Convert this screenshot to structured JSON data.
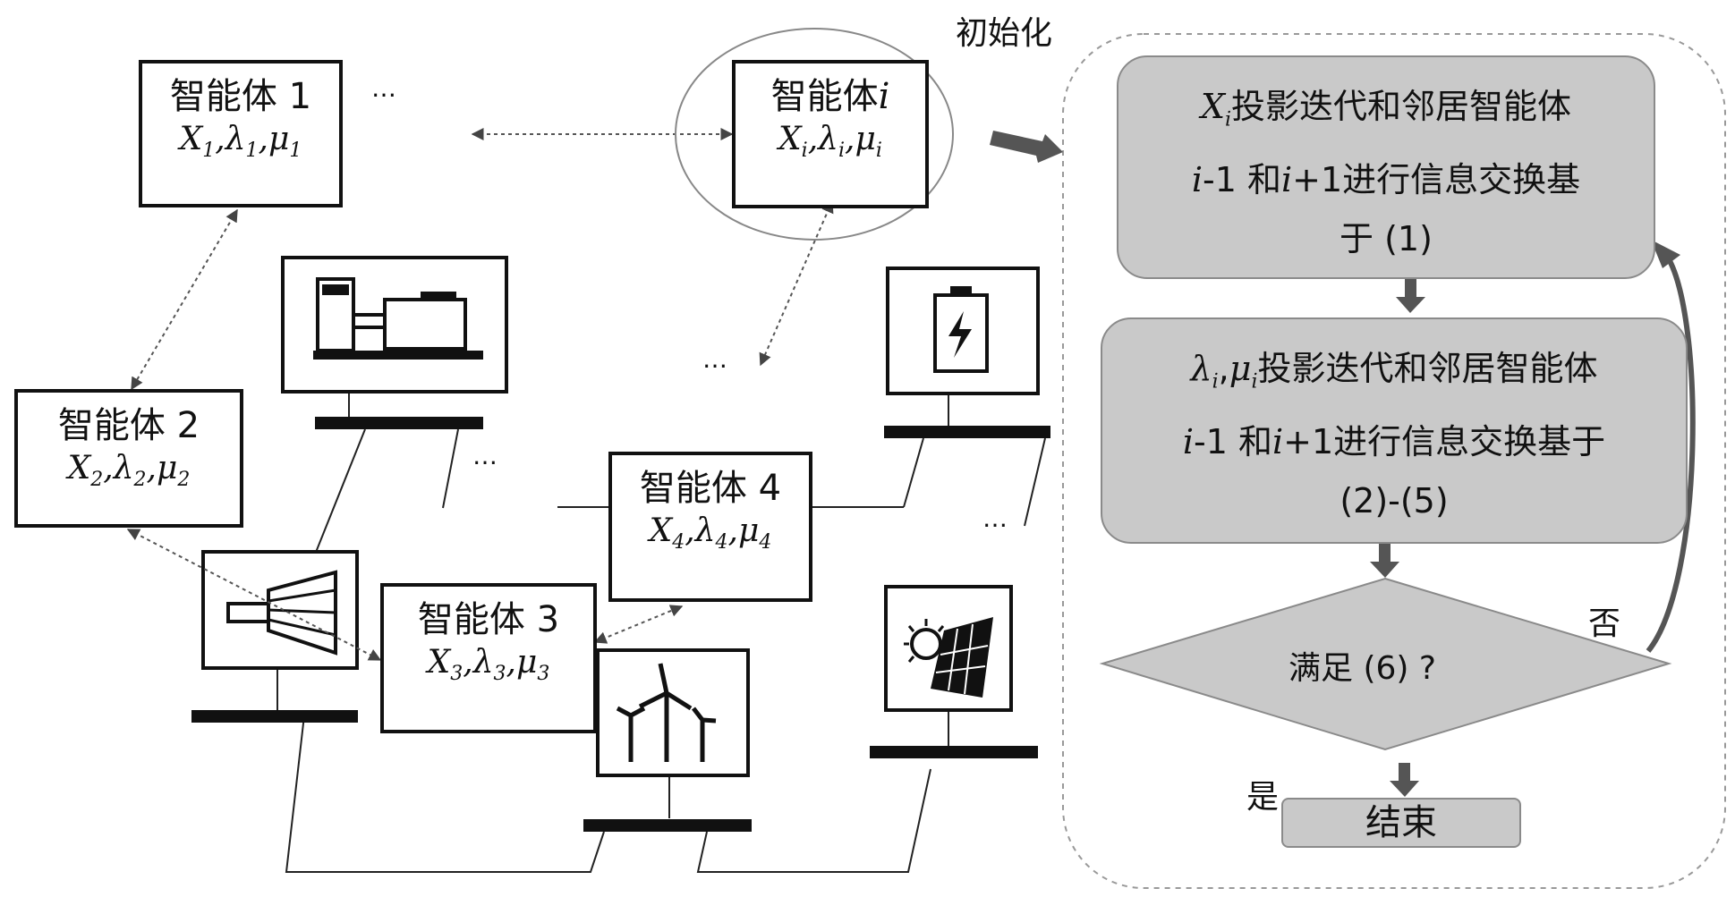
{
  "agents": [
    {
      "id": "1",
      "title": "智能体 1",
      "vars": [
        "X",
        "λ",
        "μ"
      ],
      "sub": "1"
    },
    {
      "id": "2",
      "title": "智能体 2",
      "vars": [
        "X",
        "λ",
        "μ"
      ],
      "sub": "2"
    },
    {
      "id": "3",
      "title": "智能体 3",
      "vars": [
        "X",
        "λ",
        "μ"
      ],
      "sub": "3"
    },
    {
      "id": "4",
      "title": "智能体 4",
      "vars": [
        "X",
        "λ",
        "μ"
      ],
      "sub": "4"
    },
    {
      "id": "i",
      "title": "智能体",
      "title_suffix": "i",
      "vars": [
        "X",
        "λ",
        "μ"
      ],
      "sub": "i"
    }
  ],
  "ellipsis": "…",
  "init_label": "初始化",
  "flow": {
    "box1": {
      "prefix_var": "X",
      "prefix_sub": "i",
      "line1": "投影迭代和邻居智能体",
      "line2_a": "i",
      "line2_b": "-1 和",
      "line2_c": "i",
      "line2_d": "+1进行信息交换基",
      "line3": "于 (1)"
    },
    "box2": {
      "var_a": "λ",
      "var_b": "μ",
      "sub": "i",
      "line1": "投影迭代和邻居智能体",
      "line2_a": "i",
      "line2_b": "-1 和",
      "line2_c": "i",
      "line2_d": "+1进行信息交换基于",
      "line3": "(2)-(5)"
    },
    "decision": "满足 (6) ?",
    "no_label": "否",
    "yes_label": "是",
    "end": "结束"
  },
  "colors": {
    "flow_fill": "#c9c9c9",
    "arrow": "#555555",
    "line": "#111111"
  }
}
